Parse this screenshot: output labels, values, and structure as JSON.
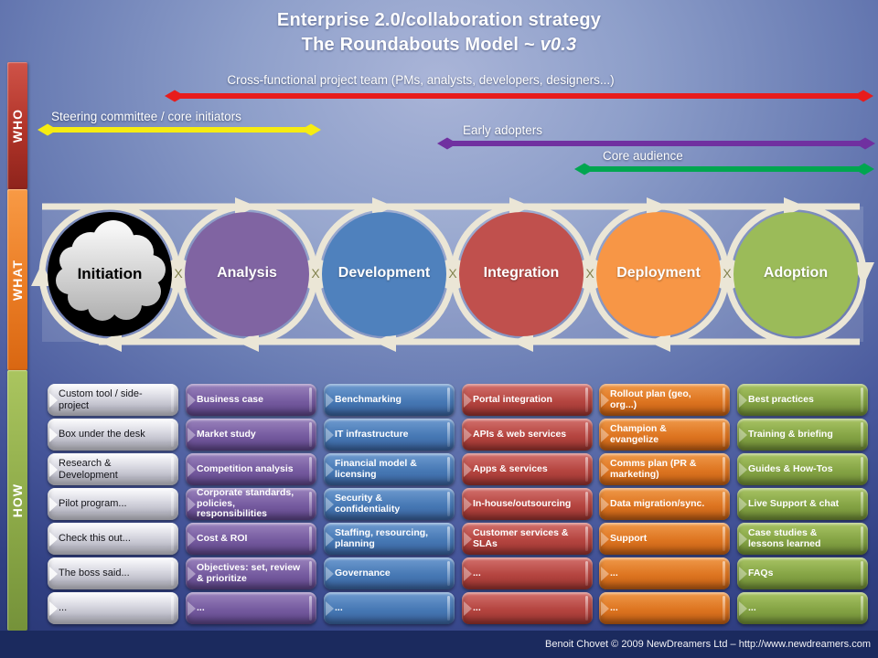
{
  "title": {
    "line1": "Enterprise 2.0/collaboration strategy",
    "line2": "The Roundabouts Model ~ ",
    "version": "v0.3"
  },
  "sidebar": {
    "who": "WHO",
    "what": "WHAT",
    "how": "HOW"
  },
  "who": {
    "arrows": [
      {
        "label": "Cross-functional project team (PMs, analysts, developers, designers...)",
        "color": "#e81c1c"
      },
      {
        "label": "Steering committee / core initiators",
        "color": "#f6ec12"
      },
      {
        "label": "Early adopters",
        "color": "#7030a0"
      },
      {
        "label": "Core audience",
        "color": "#00a650"
      }
    ]
  },
  "cycle": {
    "connector": "X",
    "arrow_color": "#ebe6d6",
    "stages": [
      {
        "label": "Initiation",
        "color": "#000000"
      },
      {
        "label": "Analysis",
        "color": "#8064a2"
      },
      {
        "label": "Development",
        "color": "#4f81bd"
      },
      {
        "label": "Integration",
        "color": "#c0504d"
      },
      {
        "label": "Deployment",
        "color": "#f79646"
      },
      {
        "label": "Adoption",
        "color": "#9bbb59"
      }
    ]
  },
  "how": {
    "columns": [
      {
        "stage": "Initiation",
        "items": [
          "Custom tool / side-project",
          "Box under the desk",
          "Research & Development",
          "Pilot program...",
          "Check this out...",
          "The boss said...",
          "..."
        ]
      },
      {
        "stage": "Analysis",
        "items": [
          "Business case",
          "Market study",
          "Competition analysis",
          "Corporate standards, policies, responsibilities",
          "Cost & ROI",
          "Objectives: set, review & prioritize",
          "..."
        ]
      },
      {
        "stage": "Development",
        "items": [
          "Benchmarking",
          "IT infrastructure",
          "Financial model & licensing",
          "Security & confidentiality",
          "Staffing, resourcing, planning",
          "Governance",
          "..."
        ]
      },
      {
        "stage": "Integration",
        "items": [
          "Portal integration",
          "APIs & web services",
          "Apps & services",
          "In-house/outsourcing",
          "Customer services & SLAs",
          "...",
          "..."
        ]
      },
      {
        "stage": "Deployment",
        "items": [
          "Rollout plan (geo, org...)",
          "Champion & evangelize",
          "Comms plan (PR & marketing)",
          "Data migration/sync.",
          "Support",
          "...",
          "..."
        ]
      },
      {
        "stage": "Adoption",
        "items": [
          "Best practices",
          "Training & briefing",
          "Guides & How-Tos",
          "Live Support & chat",
          "Case studies & lessons learned",
          "FAQs",
          "..."
        ]
      }
    ]
  },
  "footer": {
    "credit": "Benoit Chovet © 2009 NewDreamers Ltd – http://www.newdreamers.com"
  }
}
